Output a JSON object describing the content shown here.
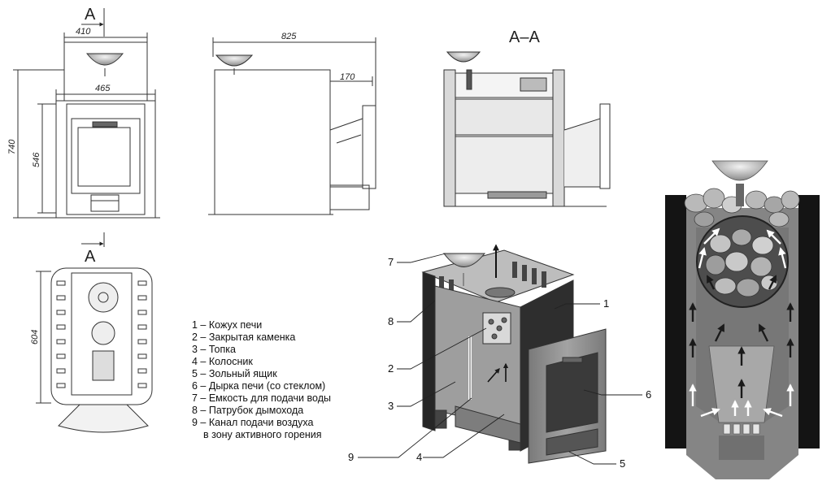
{
  "drawing": {
    "section_marker_top": "А",
    "section_marker_bottom": "А",
    "section_title": "А–А",
    "dimensions": {
      "top_width": "410",
      "body_width": "465",
      "total_height": "740",
      "body_height": "546",
      "side_length": "825",
      "tunnel_length": "170",
      "plan_depth": "604"
    }
  },
  "callouts": [
    "1",
    "2",
    "3",
    "4",
    "5",
    "6",
    "7",
    "8",
    "9"
  ],
  "legend": [
    "1 – Кожух печи",
    "2 – Закрытая каменка",
    "3 – Топка",
    "4 – Колосник",
    "5 – Зольный ящик",
    "6 – Дырка печи (со стеклом)",
    "7 – Емкость для подачи воды",
    "8 – Патрубок дымохода",
    "9 – Канал подачи воздуха",
    "в зону активного горения"
  ],
  "colors": {
    "line": "#333333",
    "steel": "#8c8c8c",
    "dark_panel": "#2a2a2a",
    "stone": "#b9b9b9",
    "flow_dark": "#1a1a1a",
    "flow_light": "#ffffff"
  }
}
